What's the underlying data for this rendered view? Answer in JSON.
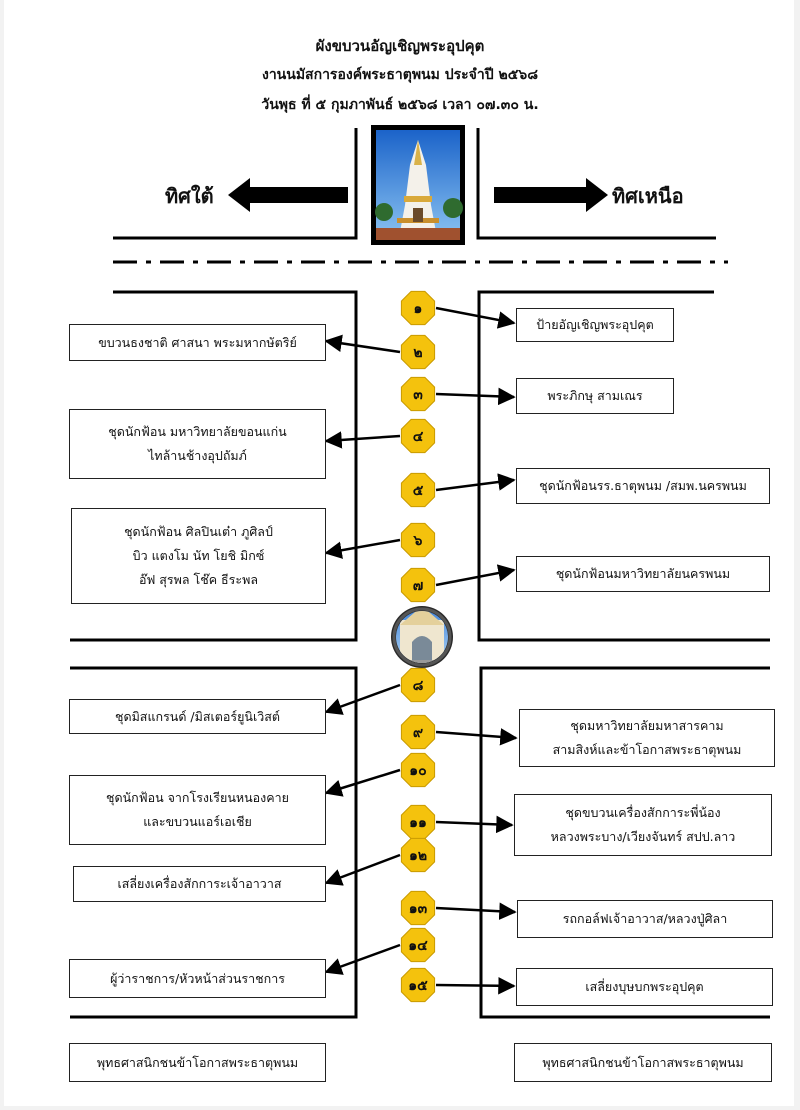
{
  "header": {
    "title": "ผังขบวนอัญเชิญพระอุปคุต",
    "subtitle": "งานนมัสการองค์พระธาตุพนม ประจำปี ๒๕๖๘",
    "datetime": "วันพุธ ที่ ๕ กุมภาพันธ์ ๒๕๖๘   เวลา ๐๗.๓๐ น."
  },
  "directions": {
    "left": "ทิศใต้",
    "right": "ทิศเหนือ"
  },
  "images": {
    "top": "that-phanom-stupa-photo",
    "middle": "arch-gate-photo"
  },
  "colors": {
    "badge": "#f4c20d",
    "badge_border": "#c99a00",
    "line": "#000000"
  },
  "numbers": [
    "๑",
    "๒",
    "๓",
    "๔",
    "๕",
    "๖",
    "๗",
    "๘",
    "๙",
    "๑๐",
    "๑๑",
    "๑๒",
    "๑๓",
    "๑๔",
    "๑๕"
  ],
  "boxes": {
    "b1": [
      "ป้ายอัญเชิญพระอุปคุต"
    ],
    "b2": [
      "ขบวนธงชาติ ศาสนา พระมหากษัตริย์"
    ],
    "b3": [
      "พระภิกษุ สามเณร"
    ],
    "b4": [
      "ชุดนักฟ้อน มหาวิทยาลัยขอนแก่น",
      "ไทล้านช้างอุปถัมภ์"
    ],
    "b5": [
      "ชุดนักฟ้อนรร.ธาตุพนม /สมพ.นครพนม"
    ],
    "b6": [
      "ชุดนักฟ้อน ศิลปินเต๋า ภูศิลป์",
      "บิว แตงโม นัท โยชิ มิกซ์",
      "อ๊ฟ สุรพล โช๊ค ธีระพล"
    ],
    "b7": [
      "ชุดนักฟ้อนมหาวิทยาลัยนครพนม"
    ],
    "b8": [
      "ชุดมิสแกรนด์ /มิสเตอร์ยูนิเวิสต์"
    ],
    "b9": [
      "ชุดมหาวิทยาลัยมหาสารคาม",
      "สามสิงห์และข้าโอกาสพระธาตุพนม"
    ],
    "b10": [
      "ชุดนักฟ้อน จากโรงเรียนหนองคาย",
      "และขบวนแอร์เอเชีย"
    ],
    "b11": [
      "ชุดขบวนเครื่องสักการะพี่น้อง",
      "หลวงพระบาง/เวียงจันทร์ สปป.ลาว"
    ],
    "b12": [
      "เสลี่ยงเครื่องสักการะเจ้าอาวาส"
    ],
    "b13": [
      "รถกอล์ฟเจ้าอาวาส/หลวงปู่ศิลา"
    ],
    "b14": [
      "ผู้ว่าราชการ/หัวหน้าส่วนราชการ"
    ],
    "b15": [
      "เสลี่ยงบุษบกพระอุปคุต"
    ],
    "bottom_left": [
      "พุทธศาสนิกชนข้าโอกาสพระธาตุพนม"
    ],
    "bottom_right": [
      "พุทธศาสนิกชนข้าโอกาสพระธาตุพนม"
    ]
  }
}
